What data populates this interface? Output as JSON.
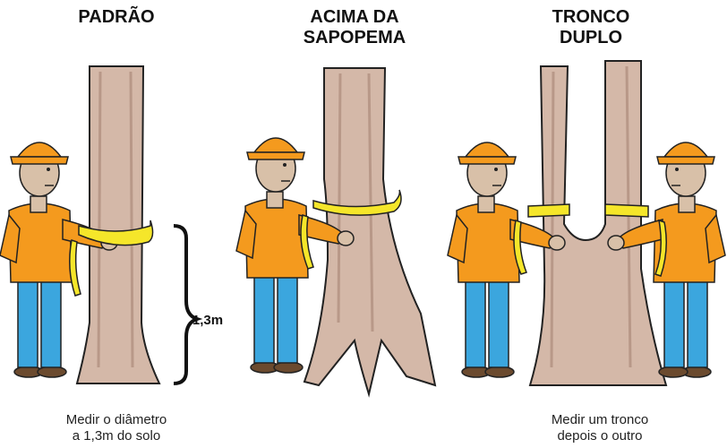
{
  "panels": [
    {
      "title_lines": [
        "PADRÃO"
      ],
      "caption_lines": [
        "Medir o diâmetro",
        "a 1,3m do solo"
      ],
      "measure_label": "1,3m"
    },
    {
      "title_lines": [
        "ACIMA DA",
        "SAPOPEMA"
      ]
    },
    {
      "title_lines": [
        "TRONCO",
        "DUPLO"
      ],
      "caption_lines": [
        "Medir um tronco",
        "depois o outro"
      ]
    }
  ],
  "colors": {
    "trunk": "#d4b8a8",
    "trunk_shade": "#b89888",
    "helmet": "#f49a1e",
    "shirt": "#f49a1e",
    "pants": "#3ba6de",
    "skin": "#d8c0a8",
    "skin_dark": "#a47e6c",
    "tape": "#f5e62a",
    "boot": "#6b4a2e"
  },
  "icons": [
    "tree-trunk-icon",
    "worker-icon",
    "measuring-tape-icon",
    "curly-brace-icon"
  ]
}
